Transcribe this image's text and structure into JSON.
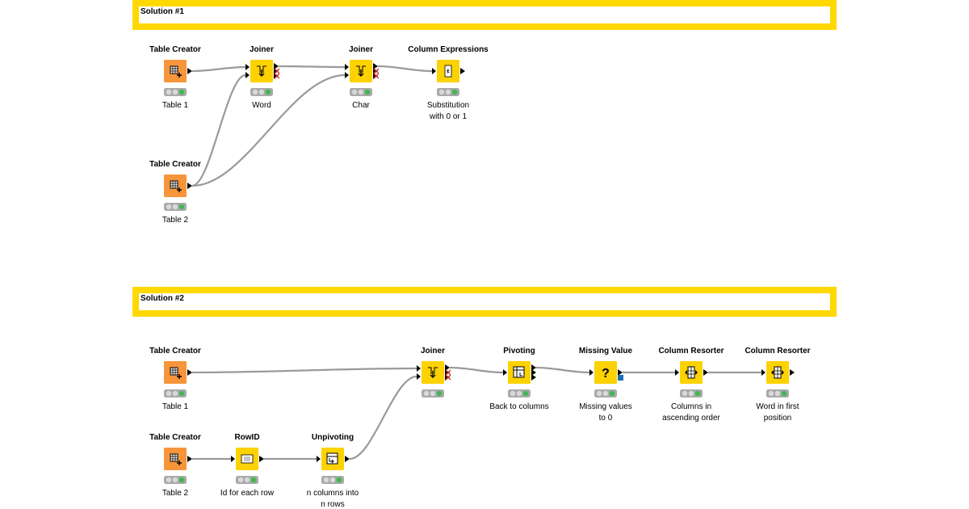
{
  "annotations": [
    {
      "text": "Solution #1"
    },
    {
      "text": "Solution #2"
    }
  ],
  "colors": {
    "annotation_border": "#ffd800",
    "source_node": "#f7953b",
    "manipulator_node": "#fcd200",
    "connection": "#9a9a9a",
    "status_idle": "#d9d9d9",
    "status_ok": "#3fb950",
    "flow_variable_port": "#1f6db5"
  },
  "nodes": [
    {
      "id": "s1_tc1",
      "title": "Table Creator",
      "label_lines": [
        "Table 1"
      ],
      "color": "source_node",
      "icon": "table-creator-icon"
    },
    {
      "id": "s1_j1",
      "title": "Joiner",
      "label_lines": [
        "Word"
      ],
      "color": "manipulator_node",
      "icon": "joiner-icon"
    },
    {
      "id": "s1_j2",
      "title": "Joiner",
      "label_lines": [
        "Char"
      ],
      "color": "manipulator_node",
      "icon": "joiner-icon"
    },
    {
      "id": "s1_ce",
      "title": "Column Expressions",
      "label_lines": [
        "Substitution",
        "with 0 or 1"
      ],
      "color": "manipulator_node",
      "icon": "column-expressions-icon"
    },
    {
      "id": "s1_tc2",
      "title": "Table Creator",
      "label_lines": [
        "Table 2"
      ],
      "color": "source_node",
      "icon": "table-creator-icon"
    },
    {
      "id": "s2_tc1",
      "title": "Table Creator",
      "label_lines": [
        "Table 1"
      ],
      "color": "source_node",
      "icon": "table-creator-icon"
    },
    {
      "id": "s2_j",
      "title": "Joiner",
      "label_lines": [],
      "color": "manipulator_node",
      "icon": "joiner-icon"
    },
    {
      "id": "s2_piv",
      "title": "Pivoting",
      "label_lines": [
        "Back to columns"
      ],
      "color": "manipulator_node",
      "icon": "pivoting-icon"
    },
    {
      "id": "s2_mv",
      "title": "Missing Value",
      "label_lines": [
        "Missing values",
        "to 0"
      ],
      "color": "manipulator_node",
      "icon": "missing-value-icon"
    },
    {
      "id": "s2_cr1",
      "title": "Column Resorter",
      "label_lines": [
        "Columns in",
        "ascending order"
      ],
      "color": "manipulator_node",
      "icon": "column-resorter-icon"
    },
    {
      "id": "s2_cr2",
      "title": "Column Resorter",
      "label_lines": [
        "Word in first",
        "position"
      ],
      "color": "manipulator_node",
      "icon": "column-resorter-icon"
    },
    {
      "id": "s2_tc2",
      "title": "Table Creator",
      "label_lines": [
        "Table 2"
      ],
      "color": "source_node",
      "icon": "table-creator-icon"
    },
    {
      "id": "s2_rid",
      "title": "RowID",
      "label_lines": [
        "Id for each row"
      ],
      "color": "manipulator_node",
      "icon": "rowid-icon"
    },
    {
      "id": "s2_unp",
      "title": "Unpivoting",
      "label_lines": [
        "n columns into",
        "n rows"
      ],
      "color": "manipulator_node",
      "icon": "unpivoting-icon"
    }
  ],
  "connections": [
    {
      "from": "s1_tc1",
      "to": "s1_j1",
      "to_port": 0
    },
    {
      "from": "s1_tc2",
      "to": "s1_j1",
      "to_port": 1
    },
    {
      "from": "s1_j1",
      "to": "s1_j2",
      "to_port": 0
    },
    {
      "from": "s1_tc2",
      "to": "s1_j2",
      "to_port": 1
    },
    {
      "from": "s1_j2",
      "to": "s1_ce",
      "to_port": 0
    },
    {
      "from": "s2_tc1",
      "to": "s2_j",
      "to_port": 0
    },
    {
      "from": "s2_unp",
      "to": "s2_j",
      "to_port": 1
    },
    {
      "from": "s2_j",
      "to": "s2_piv",
      "to_port": 0
    },
    {
      "from": "s2_piv",
      "to": "s2_mv",
      "to_port": 0
    },
    {
      "from": "s2_mv",
      "to": "s2_cr1",
      "to_port": 0
    },
    {
      "from": "s2_cr1",
      "to": "s2_cr2",
      "to_port": 0
    },
    {
      "from": "s2_tc2",
      "to": "s2_rid",
      "to_port": 0
    },
    {
      "from": "s2_rid",
      "to": "s2_unp",
      "to_port": 0
    }
  ]
}
